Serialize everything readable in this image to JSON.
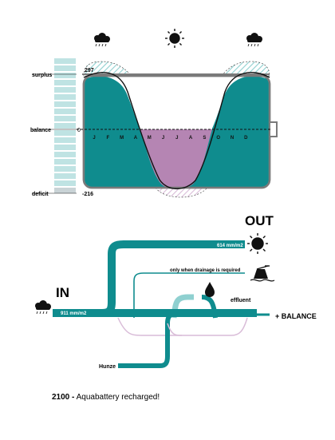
{
  "top": {
    "scale": {
      "surplus": "surplus",
      "balance": "balance",
      "deficit": "deficit"
    },
    "values": {
      "max": "297",
      "zero": "0",
      "min": "-216"
    },
    "months": [
      "J",
      "F",
      "M",
      "A",
      "M",
      "J",
      "J",
      "A",
      "S",
      "O",
      "N",
      "D"
    ],
    "icons": [
      "rain-cloud-icon",
      "sun-icon",
      "rain-cloud-icon"
    ]
  },
  "flow": {
    "out_label": "OUT",
    "in_label": "IN",
    "evaporation": "614 mm/m2",
    "precipitation": "911 mm/m2",
    "drainage_note": "only when drainage is required",
    "effluent": "effluent",
    "balance": "+ BALANCE",
    "source": "Hunze"
  },
  "caption": {
    "year": "2100 -",
    "text": " Aquabattery recharged!"
  },
  "colors": {
    "teal": "#0f8c8e",
    "light_teal": "#8fd0d0",
    "purple": "#b585b3",
    "light_purple": "#d9bcd8"
  }
}
